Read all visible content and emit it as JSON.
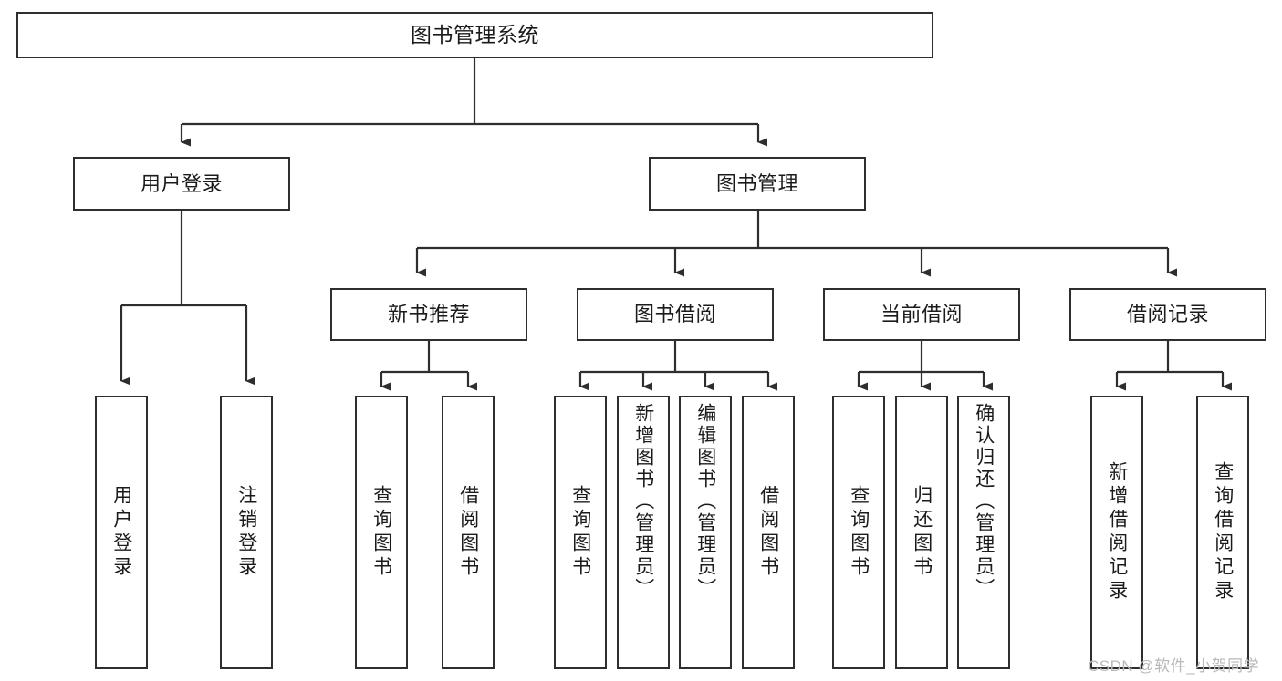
{
  "diagram": {
    "title": "图书管理系统",
    "type": "hierarchy-tree",
    "root": {
      "label": "图书管理系统"
    },
    "level2": [
      {
        "label": "用户登录"
      },
      {
        "label": "图书管理"
      }
    ],
    "level3": [
      {
        "label": "新书推荐"
      },
      {
        "label": "图书借阅"
      },
      {
        "label": "当前借阅"
      },
      {
        "label": "借阅记录"
      }
    ],
    "leaves": {
      "user_login": [
        {
          "label": "用户登录"
        },
        {
          "label": "注销登录"
        }
      ],
      "new_book_recommend": [
        {
          "label": "查询图书"
        },
        {
          "label": "借阅图书"
        }
      ],
      "book_borrow": [
        {
          "label": "查询图书"
        },
        {
          "label": "新增图书（管理员）"
        },
        {
          "label": "编辑图书（管理员）"
        },
        {
          "label": "借阅图书"
        }
      ],
      "current_borrow": [
        {
          "label": "查询图书"
        },
        {
          "label": "归还图书"
        },
        {
          "label": "确认归还（管理员）"
        }
      ],
      "borrow_record": [
        {
          "label": "新增借阅记录"
        },
        {
          "label": "查询借阅记录"
        }
      ]
    }
  },
  "watermark": {
    "text": "CSDN @软件_小贺同学"
  },
  "colors": {
    "stroke": "#2e2e2e",
    "fill": "#ffffff",
    "text": "#1b1b1b",
    "watermark": "#b9b9b9"
  }
}
